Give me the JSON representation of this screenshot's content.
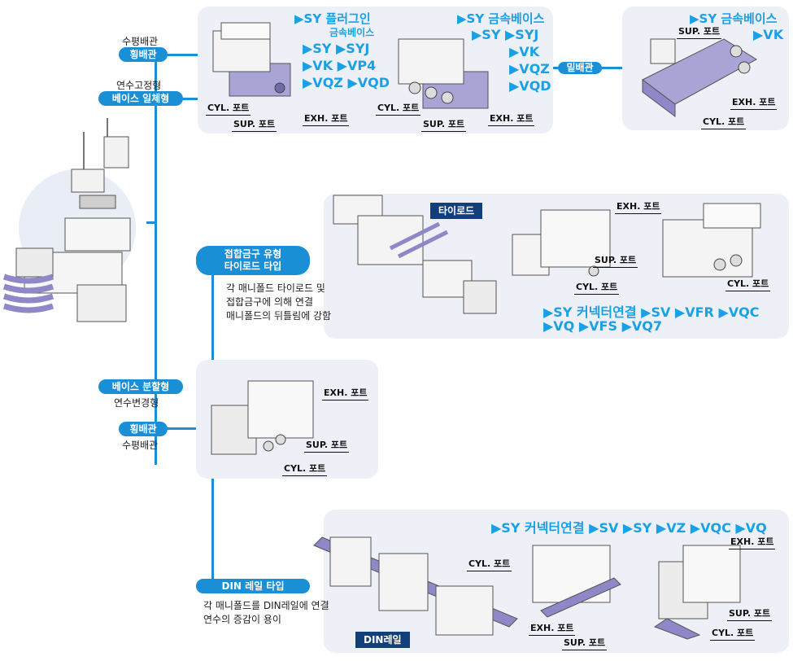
{
  "left_tree": {
    "top_caption": "수평배관",
    "top_pill": "횡배관",
    "mid_caption": "연수고정형",
    "mid_pill": "베이스 일체형",
    "split_pill": "베이스 분할형",
    "split_caption": "연수변경형",
    "split_pill2": "횡배관",
    "split_caption2": "수평배관"
  },
  "top_panel": {
    "left_series": [
      "▶SY 플러그인",
      "금속베이스",
      "▶SY ▶SYJ",
      "▶VK ▶VP4",
      "▶VQZ ▶VQD"
    ],
    "right_series": [
      "▶SY 금속베이스",
      "▶SY ▶SYJ",
      "▶VK",
      "▶VQZ",
      "▶VQD"
    ],
    "ports": [
      "CYL. 포트",
      "SUP. 포트",
      "EXH. 포트",
      "CYL. 포트",
      "SUP. 포트",
      "EXH. 포트"
    ]
  },
  "bottom_piping": {
    "pill": "밑배관",
    "series": [
      "▶SY 금속베이스",
      "▶VK"
    ],
    "ports": [
      "SUP. 포트",
      "EXH. 포트",
      "CYL. 포트"
    ]
  },
  "tie_rod": {
    "pill_line1": "접합금구 유형",
    "pill_line2": "타이로드 타입",
    "desc": [
      "각 매니폴드 타이로드 및",
      "접합금구에 의해 연결",
      "매니폴드의 뒤틀림에 강함"
    ],
    "tag": "타이로드",
    "ports": [
      "EXH. 포트",
      "SUP. 포트",
      "CYL. 포트",
      "CYL. 포트"
    ],
    "series": [
      "▶SY 커넥터연결 ▶SV ▶VFR ▶VQC",
      "▶VQ ▶VFS ▶VQ7"
    ]
  },
  "split_panel": {
    "ports": [
      "EXH. 포트",
      "SUP. 포트",
      "CYL. 포트"
    ]
  },
  "din": {
    "pill": "DIN 레일 타입",
    "desc": [
      "각 매니폴드를 DIN레일에 연결",
      "연수의 증감이 용이"
    ],
    "tag": "DIN레일",
    "series": "▶SY 커넥터연결 ▶SV ▶SY ▶VZ ▶VQC ▶VQ",
    "ports": [
      "CYL. 포트",
      "EXH. 포트",
      "SUP. 포트",
      "EXH. 포트",
      "SUP. 포트",
      "CYL. 포트"
    ]
  },
  "colors": {
    "accent": "#1a8fd6",
    "series_text": "#1aa0e6",
    "panel": "#eef0f7",
    "tag": "#123f7a",
    "body": "#a9a4d6"
  }
}
